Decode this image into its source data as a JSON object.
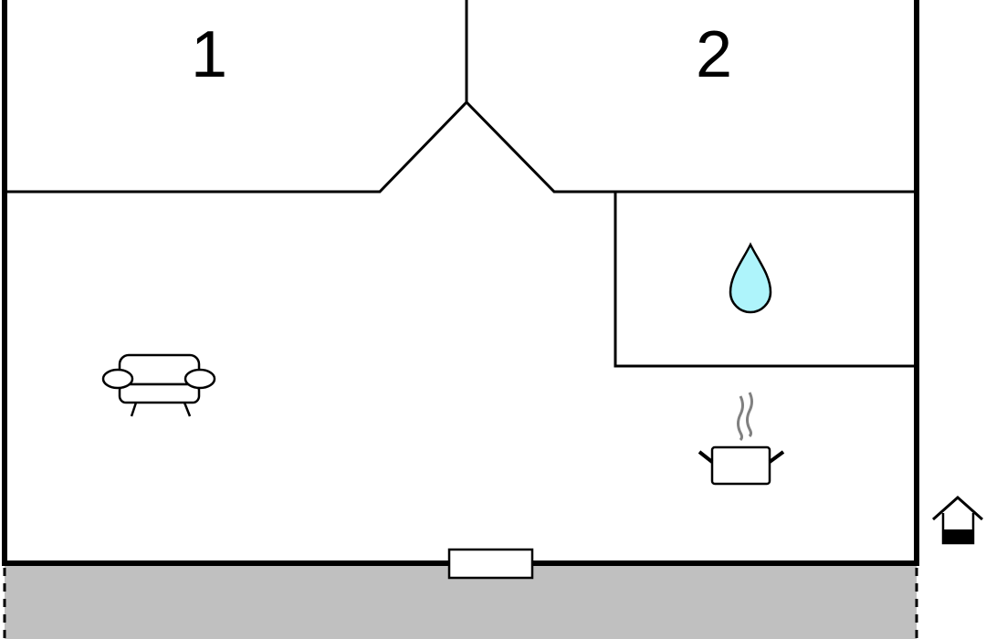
{
  "plan": {
    "rooms": [
      {
        "id": "bedroom-1",
        "label": "1"
      },
      {
        "id": "bedroom-2",
        "label": "2"
      }
    ],
    "icons": {
      "living_room": "sofa-icon",
      "bathroom": "water-drop-icon",
      "kitchen": "cooking-pot-icon",
      "entrance": "house-entrance-icon",
      "terrace": "terrace-area",
      "door": "door-opening"
    },
    "colors": {
      "walls": "#000000",
      "water_drop": "#aef4fb",
      "terrace": "#c0c0c0",
      "steam": "#808080",
      "background": "#ffffff"
    }
  }
}
